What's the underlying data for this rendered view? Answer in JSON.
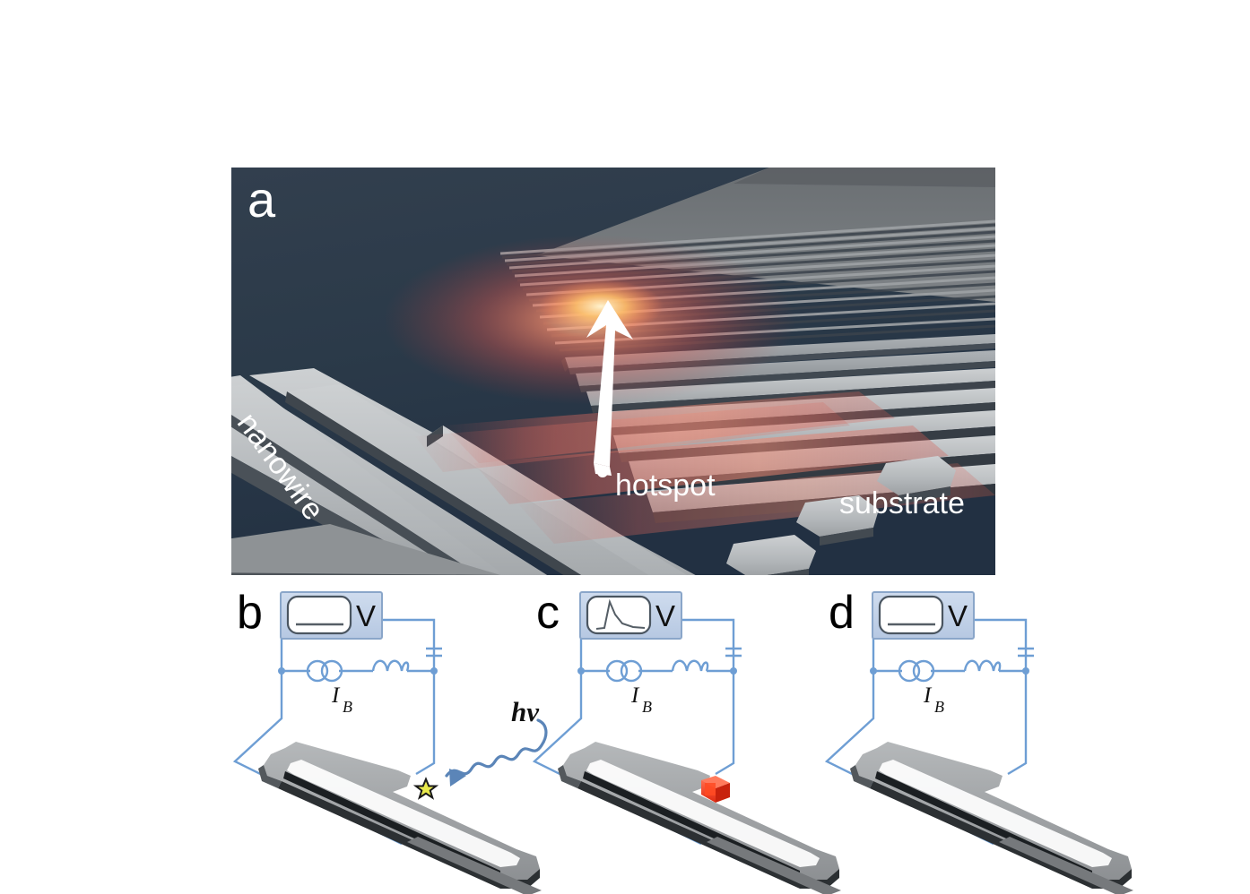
{
  "figure": {
    "background_color": "#ffffff",
    "panel_a": {
      "letter": "a",
      "background_color": "#2a3847",
      "labels": {
        "nanowire": "nanowire",
        "hotspot": "hotspot",
        "substrate": "substrate"
      },
      "colors": {
        "substrate": "#2a3847",
        "nanowire_top": "#b9bcbe",
        "nanowire_side": "#6f7478",
        "glow_red": "#e8675f",
        "glow_core": "#ffd089"
      },
      "meander_line_count": 22,
      "arrow": {
        "name": "hotspot-arrow",
        "color": "#ffffff"
      }
    },
    "panel_b": {
      "letter": "b",
      "voltmeter": {
        "unit": "V",
        "trace": "flat",
        "fill": "#c3d2e8",
        "screen": "#ffffff"
      },
      "current_source_label": "I",
      "current_source_sub": "B",
      "photon_label": "hv",
      "photon_arrow_color": "#5b85b8",
      "star_marker_color": "#e8e84a",
      "wire_color": "#6e9ed4",
      "nanowire_color": "#9a9d9f",
      "components": [
        "voltmeter",
        "current-source",
        "inductor",
        "capacitor",
        "nanowire"
      ]
    },
    "panel_c": {
      "letter": "c",
      "voltmeter": {
        "unit": "V",
        "trace": "pulse",
        "fill": "#c3d2e8",
        "screen": "#ffffff"
      },
      "current_source_label": "I",
      "current_source_sub": "B",
      "hotspot_color": "#f5341a",
      "wire_color": "#6e9ed4",
      "nanowire_color": "#9a9d9f",
      "components": [
        "voltmeter",
        "current-source",
        "inductor",
        "capacitor",
        "nanowire",
        "hotspot-block"
      ]
    },
    "panel_d": {
      "letter": "d",
      "voltmeter": {
        "unit": "V",
        "trace": "flat",
        "fill": "#c3d2e8",
        "screen": "#ffffff"
      },
      "current_source_label": "I",
      "current_source_sub": "B",
      "wire_color": "#6e9ed4",
      "nanowire_color": "#9a9d9f",
      "components": [
        "voltmeter",
        "current-source",
        "inductor",
        "capacitor",
        "nanowire"
      ]
    }
  }
}
